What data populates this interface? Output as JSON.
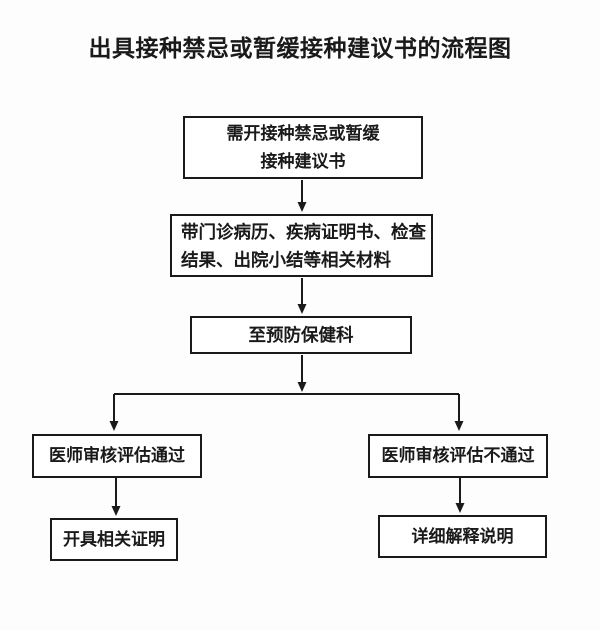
{
  "title": "出具接种禁忌或暂缓接种建议书的流程图",
  "flowchart": {
    "nodes": {
      "need": {
        "lines": [
          "需开接种禁忌或暂缓",
          "接种建议书"
        ]
      },
      "materials": {
        "lines": [
          "带门诊病历、疾病证明书、检查",
          "结果、出院小结等相关材料"
        ]
      },
      "department": {
        "label": "至预防保健科"
      },
      "pass": {
        "label": "医师审核评估通过"
      },
      "fail": {
        "label": "医师审核评估不通过"
      },
      "issue": {
        "label": "开具相关证明"
      },
      "explain": {
        "label": "详细解释说明"
      }
    },
    "edges": [
      {
        "from": "need",
        "to": "materials"
      },
      {
        "from": "materials",
        "to": "department"
      },
      {
        "from": "department",
        "to": "branch"
      },
      {
        "from": "branch",
        "to": "pass"
      },
      {
        "from": "branch",
        "to": "fail"
      },
      {
        "from": "pass",
        "to": "issue"
      },
      {
        "from": "fail",
        "to": "explain"
      }
    ],
    "colors": {
      "line": "#1a1a1a",
      "box_border": "#1a1a1a",
      "text": "#1a1a1a",
      "box_fill": "#ffffff",
      "page_background": "#fdfdfd"
    }
  }
}
